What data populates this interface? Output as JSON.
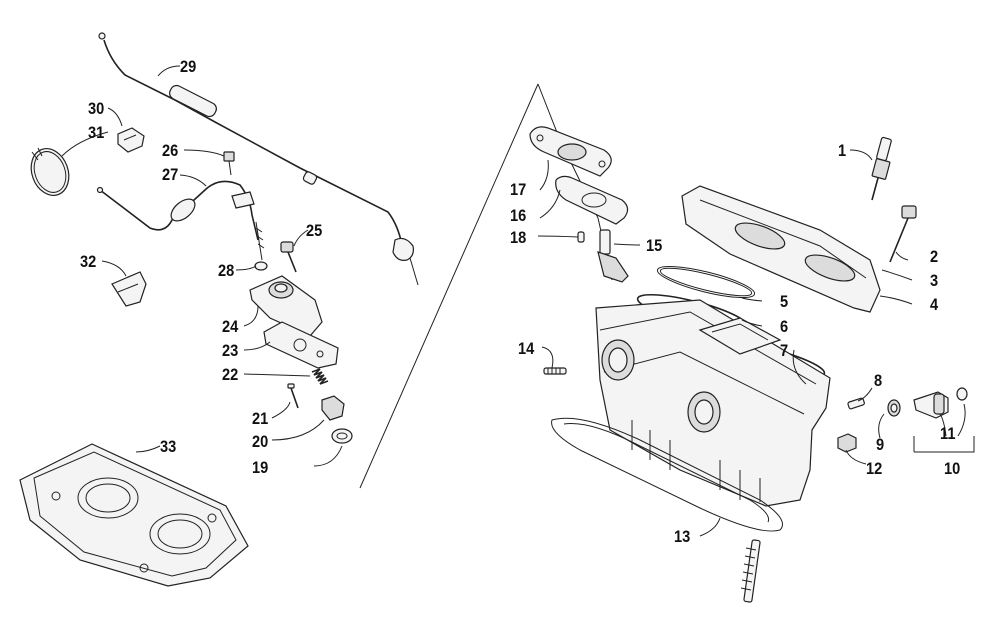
{
  "diagram": {
    "part_numbers": [
      "1",
      "2",
      "3",
      "4",
      "5",
      "6",
      "7",
      "8",
      "9",
      "10",
      "11",
      "12",
      "13",
      "14",
      "15",
      "16",
      "17",
      "18",
      "19",
      "20",
      "21",
      "22",
      "23",
      "24",
      "25",
      "26",
      "27",
      "28",
      "29",
      "30",
      "31",
      "32",
      "33"
    ]
  },
  "labels": {
    "n1": "1",
    "n2": "2",
    "n3": "3",
    "n4": "4",
    "n5": "5",
    "n6": "6",
    "n7": "7",
    "n8": "8",
    "n9": "9",
    "n10": "10",
    "n11": "11",
    "n12": "12",
    "n13": "13",
    "n14": "14",
    "n15": "15",
    "n16": "16",
    "n17": "17",
    "n18": "18",
    "n19": "19",
    "n20": "20",
    "n21": "21",
    "n22": "22",
    "n23": "23",
    "n24": "24",
    "n25": "25",
    "n26": "26",
    "n27": "27",
    "n28": "28",
    "n29": "29",
    "n30": "30",
    "n31": "31",
    "n32": "32",
    "n33": "33"
  }
}
